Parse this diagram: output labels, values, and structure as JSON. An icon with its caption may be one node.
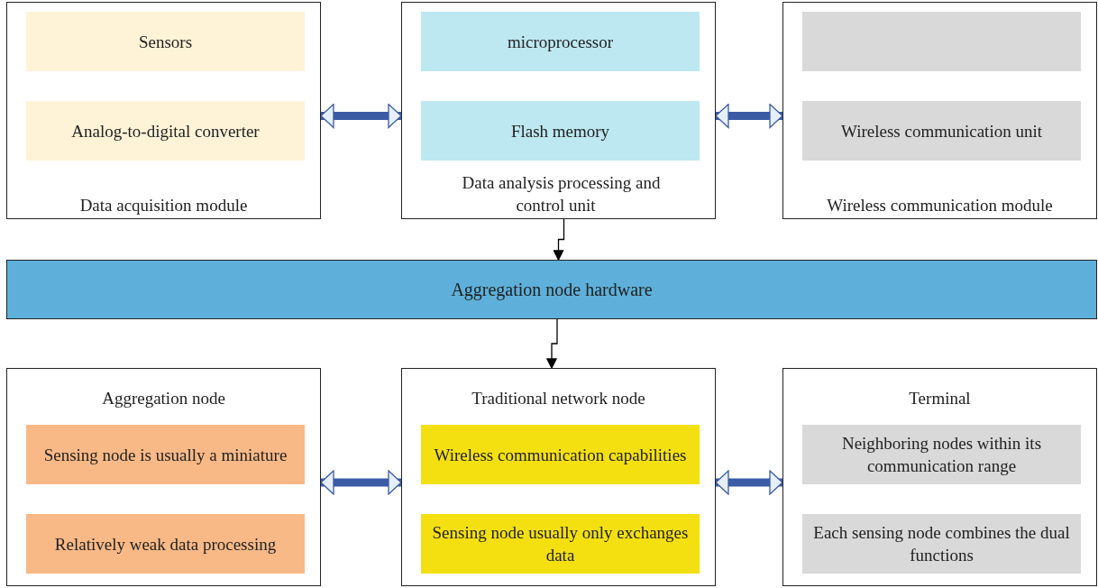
{
  "diagram": {
    "nodes": [
      {
        "text": [
          "Data acquisition module"
        ]
      },
      {
        "text": [
          "Sensors"
        ],
        "in": 0
      },
      {
        "text": [
          "Analog-to-digital converter"
        ],
        "in": 0
      },
      {
        "text": [
          "Data analysis processing and control unit"
        ]
      },
      {
        "text": [
          "microprocessor"
        ],
        "in": 3
      },
      {
        "text": [
          "Flash memory"
        ],
        "in": 3
      },
      {
        "text": [
          "Wireless communication module"
        ]
      },
      {
        "text": [],
        "shape": "box",
        "in": 6
      },
      {
        "text": [
          "Wireless communication unit"
        ],
        "in": 6
      },
      {
        "text": [
          "Aggregation node hardware"
        ]
      },
      {
        "text": [
          "Aggregation node"
        ]
      },
      {
        "text": [
          "Sensing node is usually a miniature"
        ],
        "in": 10
      },
      {
        "text": [
          "Relatively weak data processing"
        ],
        "in": 10
      },
      {
        "text": [
          "Traditional network node"
        ]
      },
      {
        "text": [
          "Wireless communication capabilities"
        ],
        "in": 13
      },
      {
        "text": [
          "Sensing node usually only exchanges data"
        ],
        "in": 13
      },
      {
        "text": [
          "Terminal"
        ]
      },
      {
        "text": [
          "Neighboring nodes within its communication range"
        ],
        "in": 16
      },
      {
        "text": [
          "Each sensing node combines the dual functions"
        ],
        "in": 16
      }
    ],
    "edges": [
      {
        "from": 0,
        "to": 3,
        "arrow": "both"
      },
      {
        "from": 3,
        "to": 6,
        "arrow": "both"
      },
      {
        "from": 3,
        "to": 9,
        "arrow": "to",
        "color": "#000000"
      },
      {
        "from": 9,
        "to": 13,
        "arrow": "to",
        "color": "#000000"
      },
      {
        "from": 10,
        "to": 13,
        "arrow": "both"
      },
      {
        "from": 13,
        "to": 16,
        "arrow": "both"
      }
    ]
  }
}
